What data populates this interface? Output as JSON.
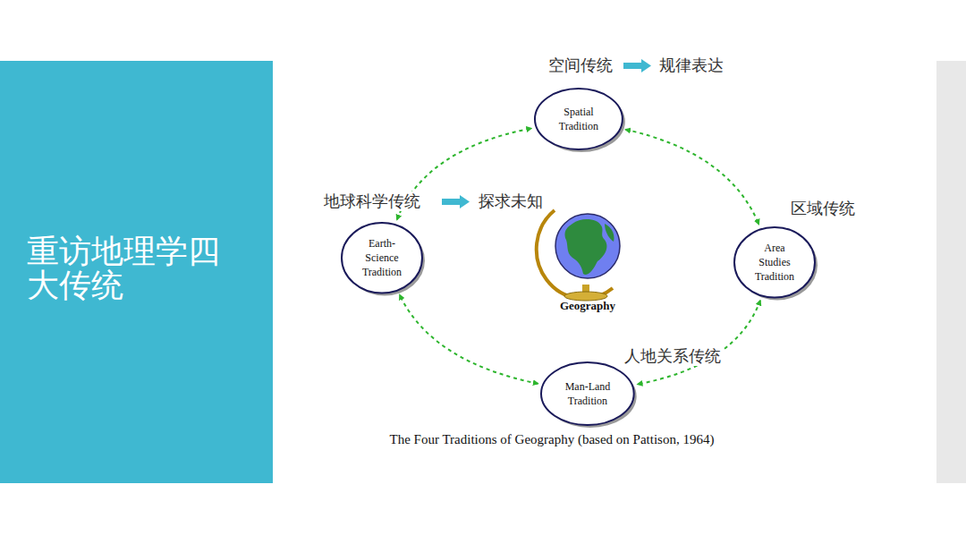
{
  "diagram": {
    "title": "重访地理学四大传统",
    "caption": "The Four Traditions of Geography (based on Pattison, 1964)",
    "nodes": [
      {
        "text": [
          "Spatial Tradition"
        ]
      },
      {
        "text": [
          "Earth- Science Tradition"
        ]
      },
      {
        "text": [
          "Area Studies Tradition"
        ]
      },
      {
        "text": [
          "Man-Land Tradition"
        ]
      }
    ],
    "edges": [
      {
        "from": 1,
        "to": 0,
        "arrow": "both"
      },
      {
        "from": 0,
        "to": 2,
        "arrow": "both"
      },
      {
        "from": 2,
        "to": 3,
        "arrow": "both"
      },
      {
        "from": 3,
        "to": 1,
        "arrow": "both"
      }
    ],
    "labels": [
      "空间传统",
      "规律表达",
      "地球科学传统",
      "探求未知",
      "区域传统",
      "人地关系传统",
      "Geography"
    ]
  }
}
